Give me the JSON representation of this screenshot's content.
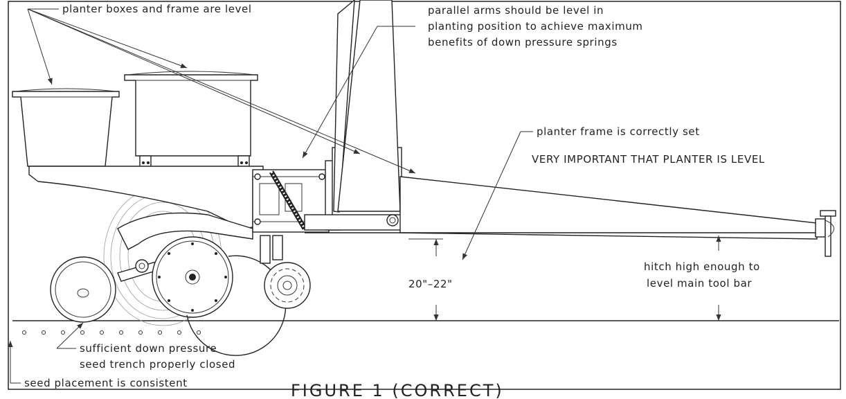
{
  "figure": {
    "title": "FIGURE 1 (CORRECT)"
  },
  "callouts": {
    "boxes_level": "planter boxes and frame are level",
    "parallel_arms_1": "parallel arms should be level in",
    "parallel_arms_2": "planting position to achieve maximum",
    "parallel_arms_3": "benefits of down pressure springs",
    "frame_set": "planter frame is correctly set",
    "very_important": "VERY IMPORTANT THAT PLANTER IS LEVEL",
    "height_range": "20\"–22\"",
    "hitch_1": "hitch high enough to",
    "hitch_2": "level main tool bar",
    "down_pressure": "sufficient down pressure",
    "trench_closed": "seed trench properly closed",
    "seed_placement": "seed placement is consistent"
  }
}
